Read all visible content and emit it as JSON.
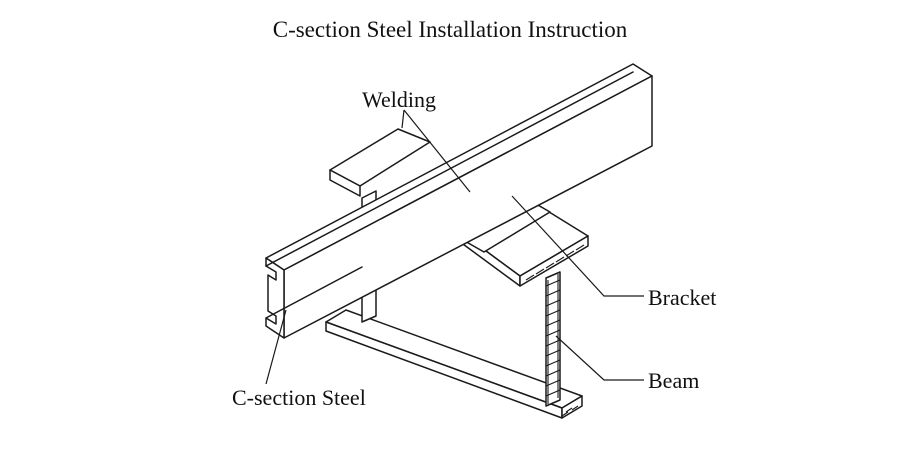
{
  "title": "C-section Steel Installation Instruction",
  "labels": {
    "welding": "Welding",
    "bracket": "Bracket",
    "beam": "Beam",
    "c_section_steel": "C-section Steel"
  }
}
